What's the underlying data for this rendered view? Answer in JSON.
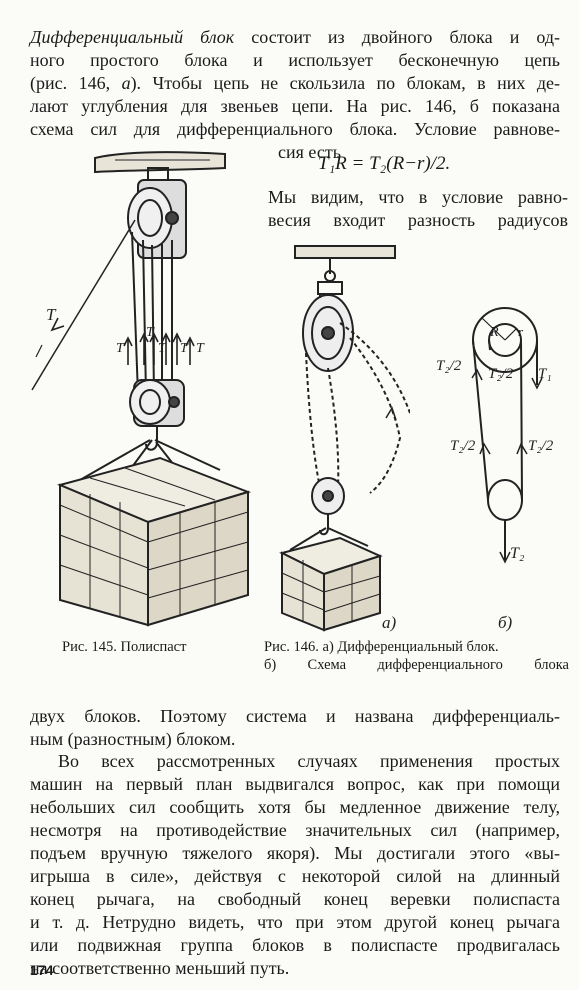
{
  "paragraph1": {
    "line1_term": "Дифференциальный блок",
    "line1_rest": " состоит из двойного блока и од-",
    "line2": "ного простого блока и использует бесконечную цепь",
    "line3_a": "(рис. 146, ",
    "line3_a_letter": "а",
    "line3_b": "). Чтобы цепь не скользила по блокам, в них де-",
    "line4": "лают углубления для звеньев цепи. На рис. 146, б показана",
    "line5": "схема сил для дифференциального блока. Условие равнове-",
    "line6": "сия есть",
    "equation": "T₁R = T₂(R−r)/2.",
    "after_eq1": "Мы видим, что в условие равно-",
    "after_eq2": "весия входит разность радиусов"
  },
  "figure145": {
    "caption": "Рис. 145. Полиспаст",
    "label_T": "T"
  },
  "figure146": {
    "caption_line1": "Рис. 146. а) Дифференциальный блок.",
    "caption_line2": "б) Схема дифференциального блока",
    "label_a": "а)",
    "label_b": "б)",
    "label_R": "R",
    "label_r": "r",
    "label_T2_half": "T₂/2",
    "label_T1": "T₁",
    "label_T2": "T₂"
  },
  "paragraph2": {
    "line1": "двух блоков. Поэтому система и названа дифференциаль-",
    "line2": "ным (разностным) блоком."
  },
  "paragraph3": {
    "line1": "Во всех рассмотренных случаях применения простых",
    "line2": "машин на первый план выдвигался вопрос, как при помощи",
    "line3": "небольших сил сообщить хотя бы медленное движение телу,",
    "line4": "несмотря на противодействие значительных сил (например,",
    "line5": "подъем вручную тяжелого якоря). Мы достигали этого «вы-",
    "line6": "игрыша в силе», действуя с некоторой силой на длинный",
    "line7": "конец рычага, на свободный конец веревки полиспаста",
    "line8": "и т. д. Нетрудно видеть, что при этом другой конец рычага",
    "line9": "или подвижная группа блоков в полиспасте продвигалась",
    "line10": "на соответственно меньший путь."
  },
  "page_number": "174"
}
